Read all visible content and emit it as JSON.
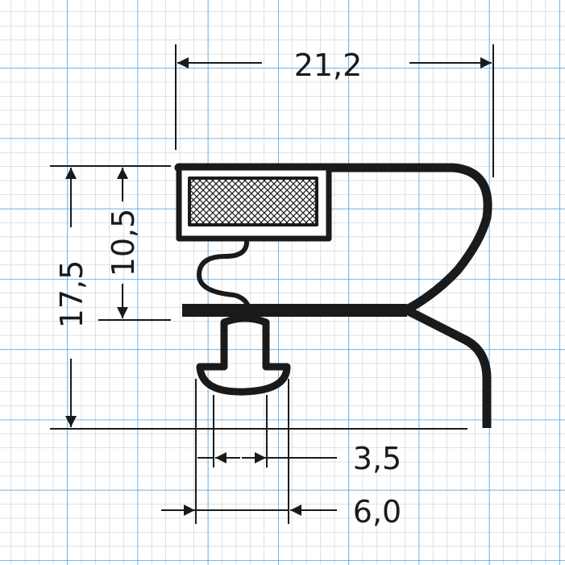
{
  "dimensions": {
    "overall_width": "21,2",
    "overall_height": "17,5",
    "upper_height": "10,5",
    "inner_bead_width": "3,5",
    "outer_bead_width": "6,0"
  },
  "colors": {
    "background": "#ffffff",
    "minor_grid": "#c4c4c4",
    "major_grid": "#4fa3e6",
    "ink": "#1a1a1a",
    "magnet_fill": "#ffffff"
  }
}
